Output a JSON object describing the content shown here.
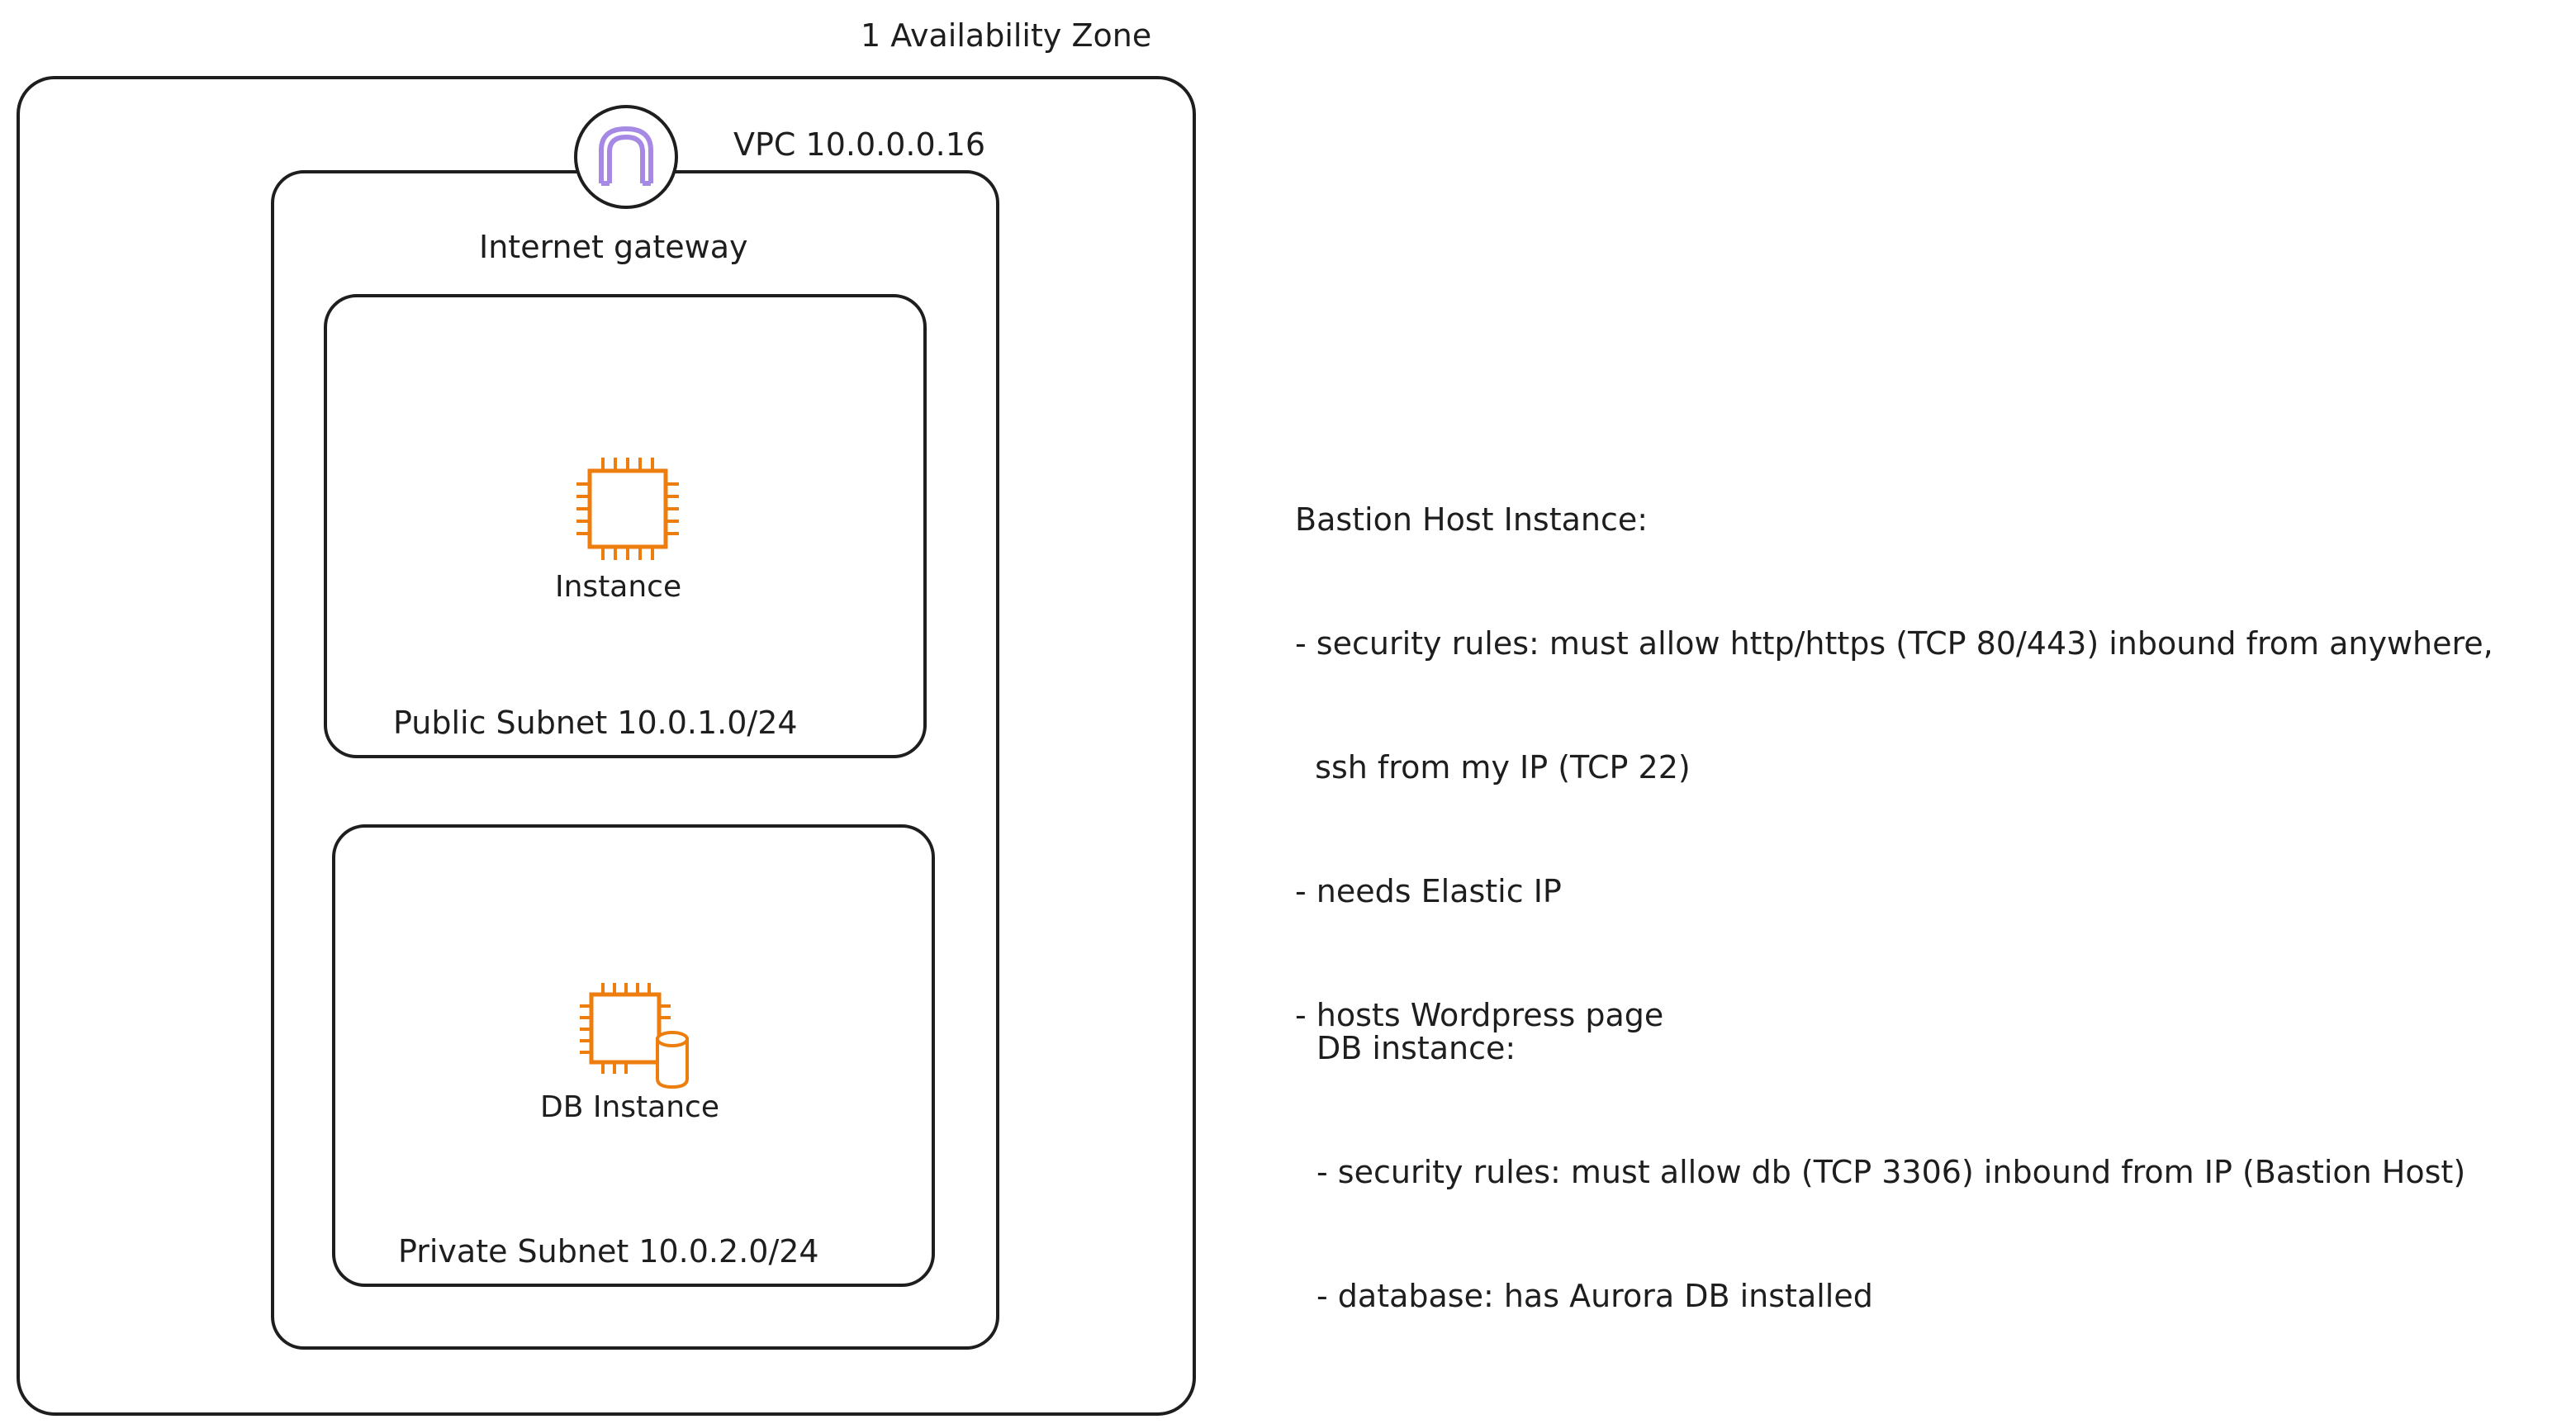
{
  "diagram": {
    "availability_zone": {
      "title": "1 Availability Zone"
    },
    "vpc": {
      "title": "VPC 10.0.0.0.16"
    },
    "internet_gateway": {
      "label": "Internet gateway",
      "icon": "internet-gateway-icon"
    },
    "public_subnet": {
      "label": "Public Subnet 10.0.1.0/24",
      "instance": {
        "label": "Instance",
        "icon": "ec2-instance-icon"
      }
    },
    "private_subnet": {
      "label": "Private Subnet 10.0.2.0/24",
      "db_instance": {
        "label": "DB Instance",
        "icon": "db-instance-icon"
      }
    }
  },
  "notes": {
    "bastion": {
      "lines": [
        "Bastion Host Instance:",
        "- security rules: must allow http/https (TCP 80/443) inbound from anywhere,",
        "  ssh from my IP (TCP 22)",
        "- needs Elastic IP",
        "- hosts Wordpress page"
      ]
    },
    "db": {
      "lines": [
        "DB instance:",
        "- security rules: must allow db (TCP 3306) inbound from IP (Bastion Host)",
        "- database: has Aurora DB installed"
      ]
    }
  },
  "colors": {
    "stroke": "#1e1e1e",
    "aws_orange": "#ED7D0C",
    "gateway_purple": "#A689E4",
    "background": "#ffffff"
  }
}
